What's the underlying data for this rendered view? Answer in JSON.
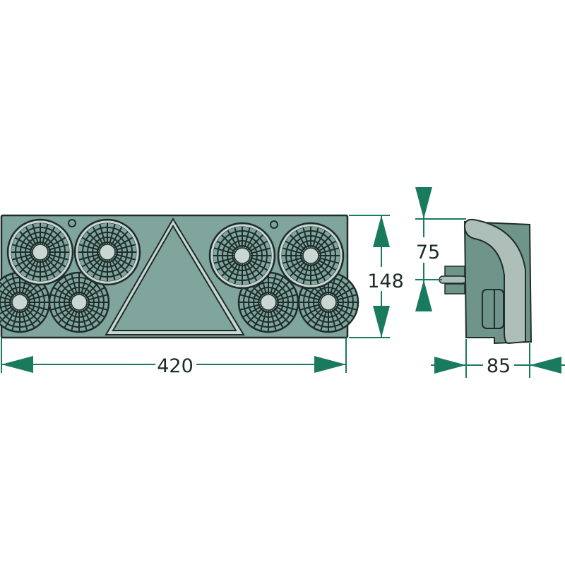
{
  "colors": {
    "body": "#7fa59c",
    "outline": "#1f2d2a",
    "lens_light": "#c9d6d2",
    "dimension": "#1a7a5e",
    "side_light": "#aebfba",
    "side_dark": "#6f958b"
  },
  "front_view": {
    "width_label": "420",
    "height_label": "148",
    "large_lamps": 4,
    "small_lamps": 4,
    "reflector": "triangle"
  },
  "side_view": {
    "mount_height_label": "75",
    "depth_label": "85"
  }
}
